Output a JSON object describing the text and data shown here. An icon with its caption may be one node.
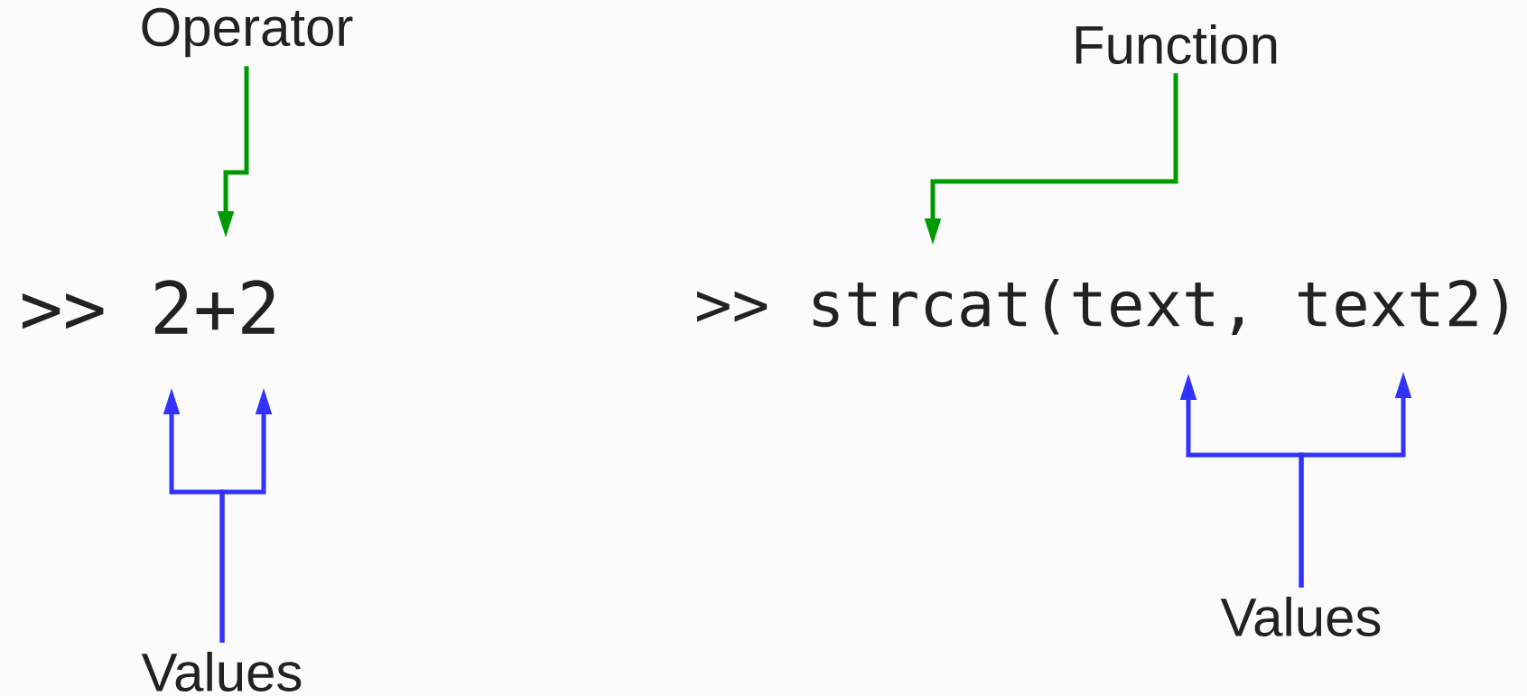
{
  "diagram": {
    "nodes": [
      {
        "text": [
          "Operator"
        ]
      },
      {
        "text": [
          "Function"
        ]
      },
      {
        "text": [
          "Values"
        ]
      },
      {
        "text": [
          "Values"
        ]
      }
    ],
    "edges": [
      {
        "from": 0,
        "to": null,
        "arrow": "to",
        "color": "#009900"
      },
      {
        "from": 1,
        "to": null,
        "arrow": "to",
        "color": "#009900"
      },
      {
        "from": 2,
        "to": null,
        "arrow": "to"
      },
      {
        "from": 2,
        "to": null,
        "arrow": "to"
      },
      {
        "from": 3,
        "to": null,
        "arrow": "to"
      },
      {
        "from": 3,
        "to": null,
        "arrow": "to"
      }
    ],
    "labels": [
      ">> 2+2",
      ">> strcat(text, text2)"
    ]
  }
}
